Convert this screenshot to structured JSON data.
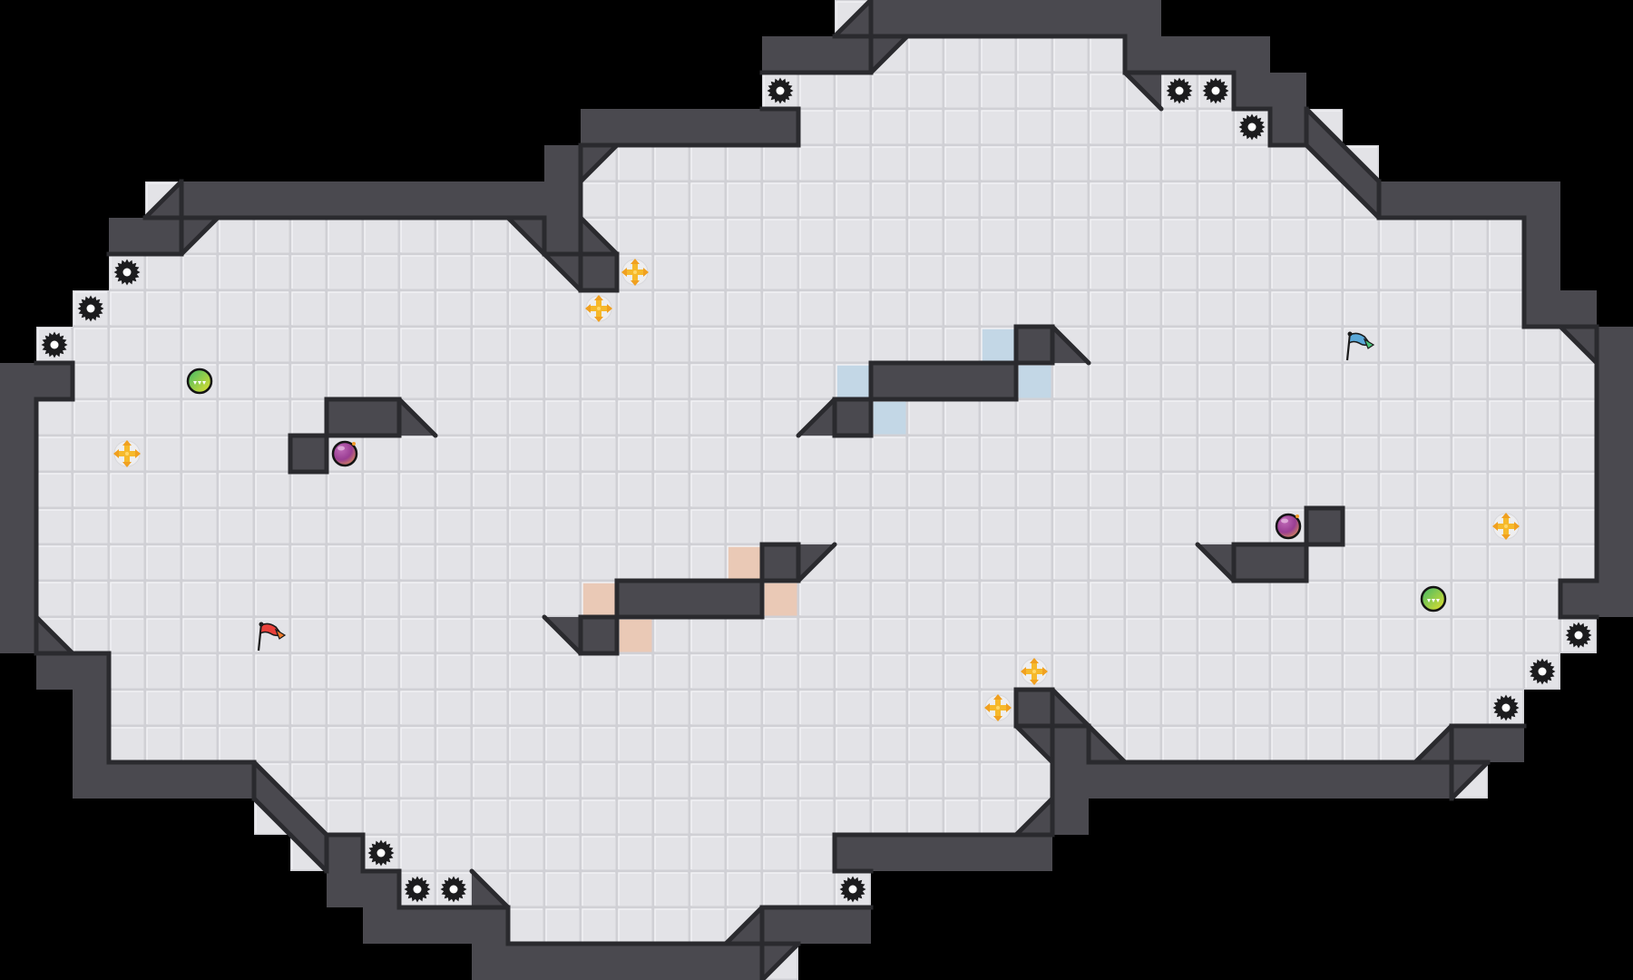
{
  "game": {
    "colors": {
      "void": "#000000",
      "floor": "#e3e3e7",
      "floor_line": "#d0d0d5",
      "wall": "#4a494f",
      "wall_edge": "#2a2a2e",
      "blue_team_tile": "#c3d7e6",
      "red_team_tile": "#eac9b6",
      "red_flag": "#e8403a",
      "blue_flag": "#5aa8d8",
      "boost": "#f6b92b",
      "bomb": "#a0459a",
      "powerup": "#5cc05a",
      "spike": "#1c1c1e"
    },
    "flags": [
      {
        "team": "red",
        "icon": "red-flag-icon"
      },
      {
        "team": "blue",
        "icon": "blue-flag-icon"
      }
    ],
    "entity_icons": [
      "spike-gear-icon",
      "boost-arrows-icon",
      "bomb-icon",
      "powerup-ball-icon",
      "flag-icon"
    ],
    "entity_counts": {
      "spikes": 14,
      "boosts": 6,
      "bombs": 2,
      "powerups": 2,
      "flags": 2
    }
  }
}
